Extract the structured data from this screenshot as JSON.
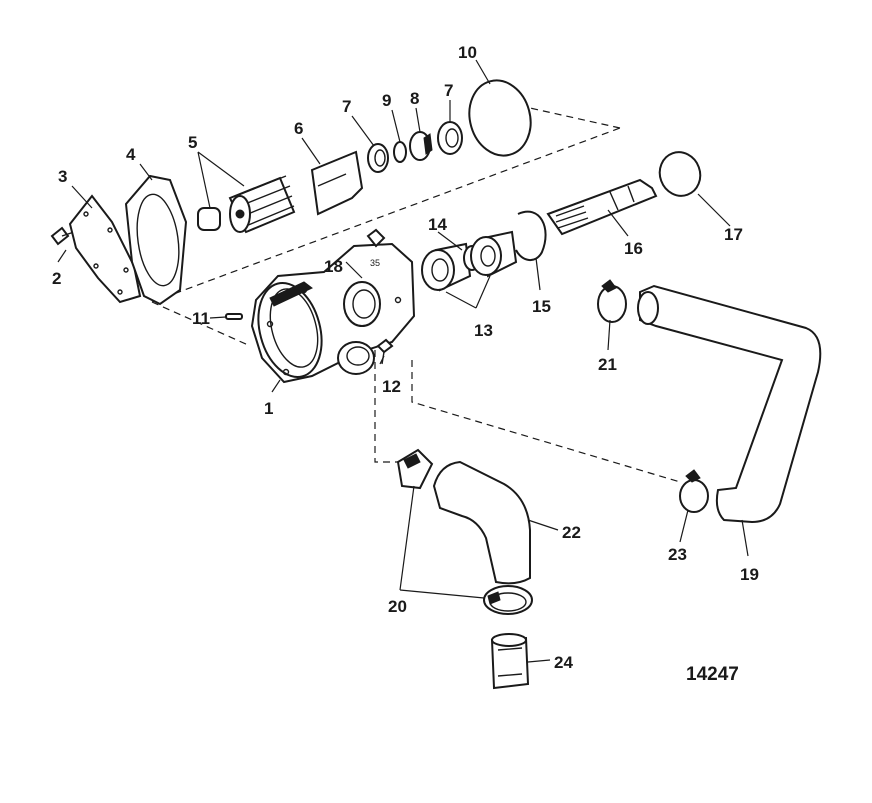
{
  "figure_id": "14247",
  "callouts": [
    {
      "id": "c1",
      "label": "1"
    },
    {
      "id": "c2",
      "label": "2"
    },
    {
      "id": "c3",
      "label": "3"
    },
    {
      "id": "c4",
      "label": "4"
    },
    {
      "id": "c5",
      "label": "5"
    },
    {
      "id": "c6",
      "label": "6"
    },
    {
      "id": "c7a",
      "label": "7"
    },
    {
      "id": "c7b",
      "label": "7"
    },
    {
      "id": "c8",
      "label": "8"
    },
    {
      "id": "c9",
      "label": "9"
    },
    {
      "id": "c10",
      "label": "10"
    },
    {
      "id": "c11",
      "label": "11"
    },
    {
      "id": "c12",
      "label": "12"
    },
    {
      "id": "c13",
      "label": "13"
    },
    {
      "id": "c14",
      "label": "14"
    },
    {
      "id": "c15",
      "label": "15"
    },
    {
      "id": "c16",
      "label": "16"
    },
    {
      "id": "c17",
      "label": "17"
    },
    {
      "id": "c18",
      "label": "18"
    },
    {
      "id": "c19",
      "label": "19"
    },
    {
      "id": "c20",
      "label": "20"
    },
    {
      "id": "c21",
      "label": "21"
    },
    {
      "id": "c22",
      "label": "22"
    },
    {
      "id": "c23",
      "label": "23"
    },
    {
      "id": "c24",
      "label": "24"
    }
  ]
}
